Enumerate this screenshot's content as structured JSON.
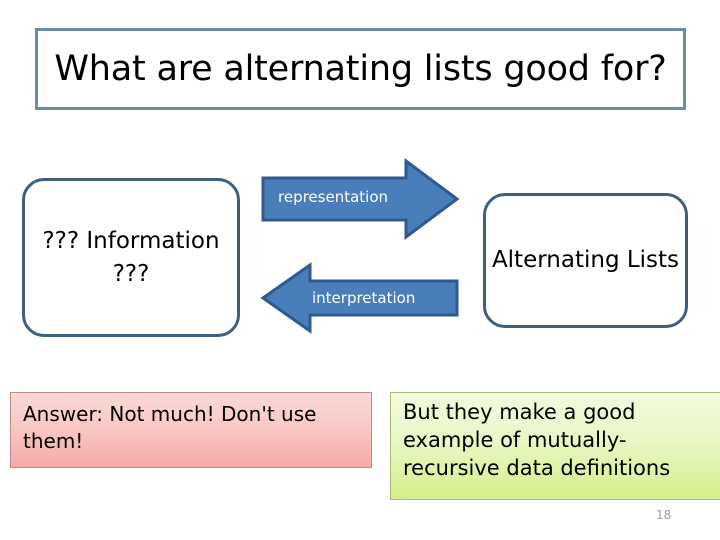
{
  "slide": {
    "title": "What are alternating lists good for?",
    "number": "18",
    "diagram": {
      "left_box": "??? Information ???",
      "right_box": "Alternating Lists",
      "arrow_forward_label": "representation",
      "arrow_backward_label": "interpretation",
      "arrow_forward_icon": "right-block-arrow-icon",
      "arrow_backward_icon": "left-block-arrow-icon"
    },
    "callouts": {
      "answer": "Answer: Not much!  Don't use them!",
      "note": "But they make a good example of mutually-recursive data definitions"
    },
    "colors": {
      "title_border": "#6b8bab",
      "box_border": "#3d5f80",
      "arrow_fill": "#4a7ebb",
      "arrow_stroke": "#2f5a8f",
      "answer_pink": "#f7aaa6",
      "note_green": "#d4f08a",
      "slide_number_gray": "#9b9b9b"
    }
  }
}
